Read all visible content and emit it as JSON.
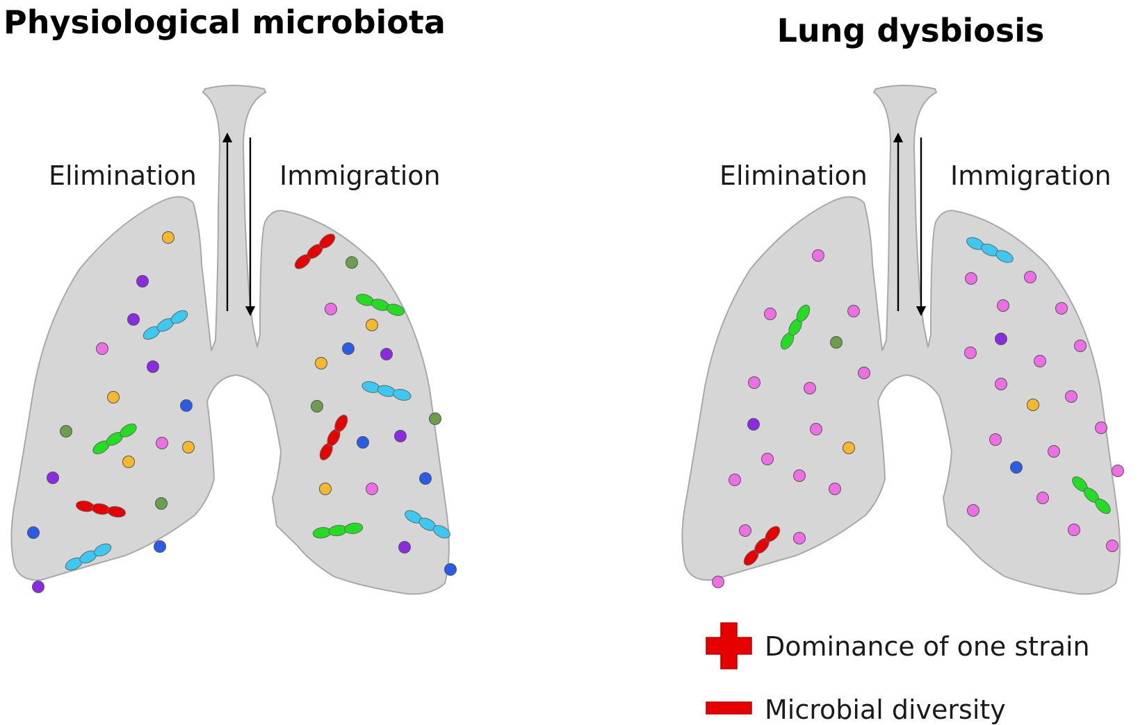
{
  "panels": [
    {
      "title": "Physiological microbiota",
      "arrow_left_label": "Elimination",
      "arrow_right_label": "Immigration"
    },
    {
      "title": "Lung dysbiosis",
      "arrow_left_label": "Elimination",
      "arrow_right_label": "Immigration"
    }
  ],
  "legend": [
    {
      "symbol": "plus-icon",
      "text": "Dominance of one strain"
    },
    {
      "symbol": "minus-icon",
      "text": "Microbial diversity"
    }
  ],
  "colors": {
    "lung_fill": "#d6d6d6",
    "lung_stroke": "#a8a8a8",
    "legend_red": "#e60000",
    "yellow": "#f5b82e",
    "purple": "#8a2be2",
    "pink": "#ee6ee6",
    "blue": "#2a5ce8",
    "olive": "#6c9e4e",
    "red": "#e60000",
    "green": "#22dd22",
    "cyan": "#3cc8f0"
  }
}
